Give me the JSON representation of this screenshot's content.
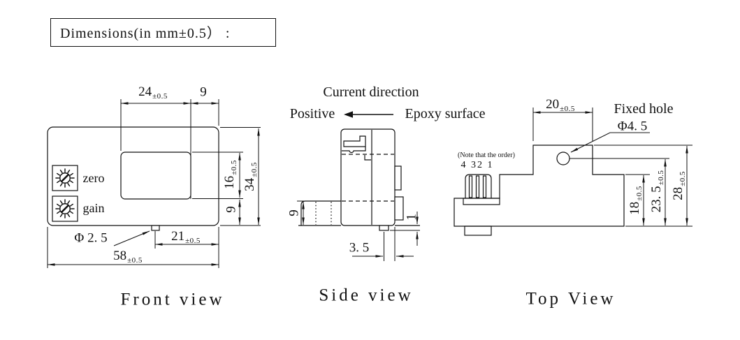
{
  "title": "Dimensions(in mm±0.5） :",
  "front": {
    "label": "Front view",
    "zero_label": "zero",
    "gain_label": "gain",
    "dims": {
      "window_width": {
        "v": "24",
        "t": "±0.5"
      },
      "top_offset": {
        "v": "9"
      },
      "window_height": {
        "v": "16",
        "t": "±0.5"
      },
      "total_height": {
        "v": "34",
        "t": "±0.5"
      },
      "bottom_height": {
        "v": "9"
      },
      "pin_dia": {
        "v": "Φ 2. 5"
      },
      "pin_offset": {
        "v": "21",
        "t": "±0.5"
      },
      "total_width": {
        "v": "58",
        "t": "±0.5"
      }
    }
  },
  "side": {
    "label": "Side view",
    "current_direction": "Current direction",
    "positive": "Positive",
    "epoxy_surface": "Epoxy surface",
    "dims": {
      "flange_height": {
        "v": "9"
      },
      "pin_shoulder": {
        "v": "1"
      },
      "pin_offset": {
        "v": "3. 5"
      }
    }
  },
  "top": {
    "label": "Top View",
    "fixed_hole": "Fixed hole",
    "hole_dia": "Φ4. 5",
    "order_note": "(Note that the order)",
    "pin_order": "4 32 1",
    "dims": {
      "tab_width": {
        "v": "20",
        "t": "±0.5"
      },
      "body_depth": {
        "v": "18",
        "t": "±0.5"
      },
      "hole_depth": {
        "v": "23. 5",
        "t": "±0.5"
      },
      "total_depth": {
        "v": "28",
        "t": "±0.5"
      }
    }
  }
}
